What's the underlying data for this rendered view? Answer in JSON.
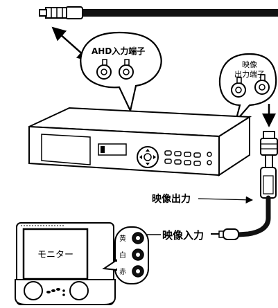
{
  "labels": {
    "ahd_input": "AHD入力端子",
    "video_out_l1": "映像",
    "video_out_l2": "出力端子",
    "video_output": "映像出力",
    "video_input": "映像入力",
    "monitor": "モニター",
    "rca_yellow": "黄",
    "rca_white": "白",
    "rca_red": "赤"
  }
}
